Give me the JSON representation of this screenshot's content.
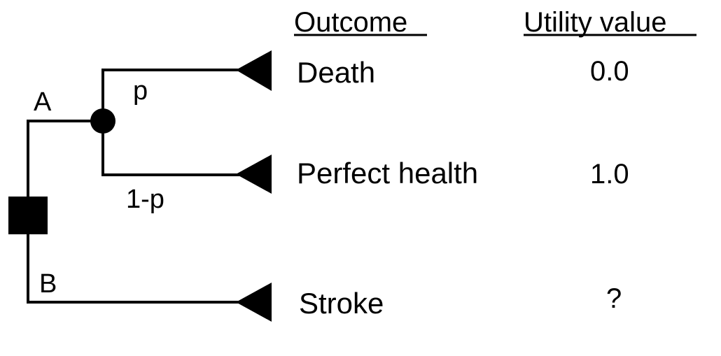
{
  "headers": {
    "outcome": "Outcome",
    "utility": "Utility value"
  },
  "branches": {
    "a": "A",
    "b": "B",
    "p": "p",
    "one_minus_p": "1-p"
  },
  "outcomes": [
    {
      "label": "Death",
      "utility": "0.0",
      "color": "#000000"
    },
    {
      "label": "Perfect health",
      "utility": "1.0",
      "color": "#000000"
    },
    {
      "label": "Stroke",
      "utility": "?",
      "color": "#c00000"
    }
  ],
  "nodes": {
    "decision": "decision-node-square",
    "chance": "chance-node-circle",
    "terminal": "terminal-node-triangle"
  }
}
